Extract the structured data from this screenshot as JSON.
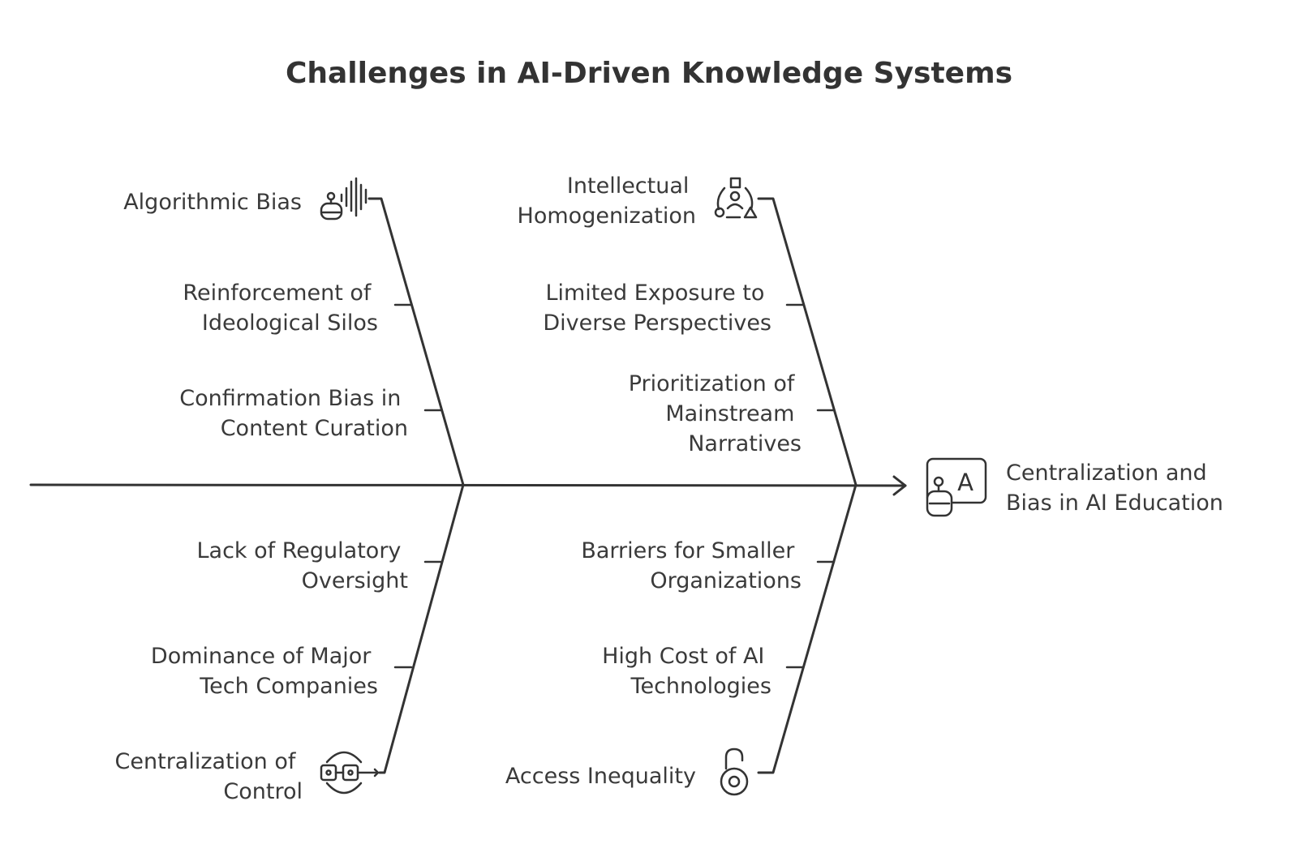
{
  "title": "Challenges in AI-Driven Knowledge Systems",
  "effect": {
    "lines": [
      "Centralization and",
      "Bias in AI Education"
    ],
    "icon": "robot-screen-icon"
  },
  "top_left": {
    "head": {
      "lines": [
        "Algorithmic Bias"
      ],
      "icon": "robot-soundwave-icon"
    },
    "items": [
      {
        "lines": [
          "Reinforcement of",
          "Ideological Silos"
        ]
      },
      {
        "lines": [
          "Confirmation Bias in",
          "Content Curation"
        ]
      }
    ]
  },
  "top_right": {
    "head": {
      "lines": [
        "Intellectual",
        "Homogenization"
      ],
      "icon": "shapes-person-icon"
    },
    "items": [
      {
        "lines": [
          "Limited Exposure to",
          "Diverse Perspectives"
        ]
      },
      {
        "lines": [
          "Prioritization of",
          "Mainstream",
          "Narratives"
        ]
      }
    ]
  },
  "bottom_left": {
    "head": {
      "lines": [
        "Centralization of",
        "Control"
      ],
      "icon": "control-hub-icon"
    },
    "items": [
      {
        "lines": [
          "Lack of Regulatory",
          "Oversight"
        ]
      },
      {
        "lines": [
          "Dominance of Major",
          "Tech Companies"
        ]
      }
    ]
  },
  "bottom_right": {
    "head": {
      "lines": [
        "Access Inequality"
      ],
      "icon": "unlocked-padlock-icon"
    },
    "items": [
      {
        "lines": [
          "Barriers for Smaller",
          "Organizations"
        ]
      },
      {
        "lines": [
          "High Cost of AI",
          "Technologies"
        ]
      }
    ]
  }
}
